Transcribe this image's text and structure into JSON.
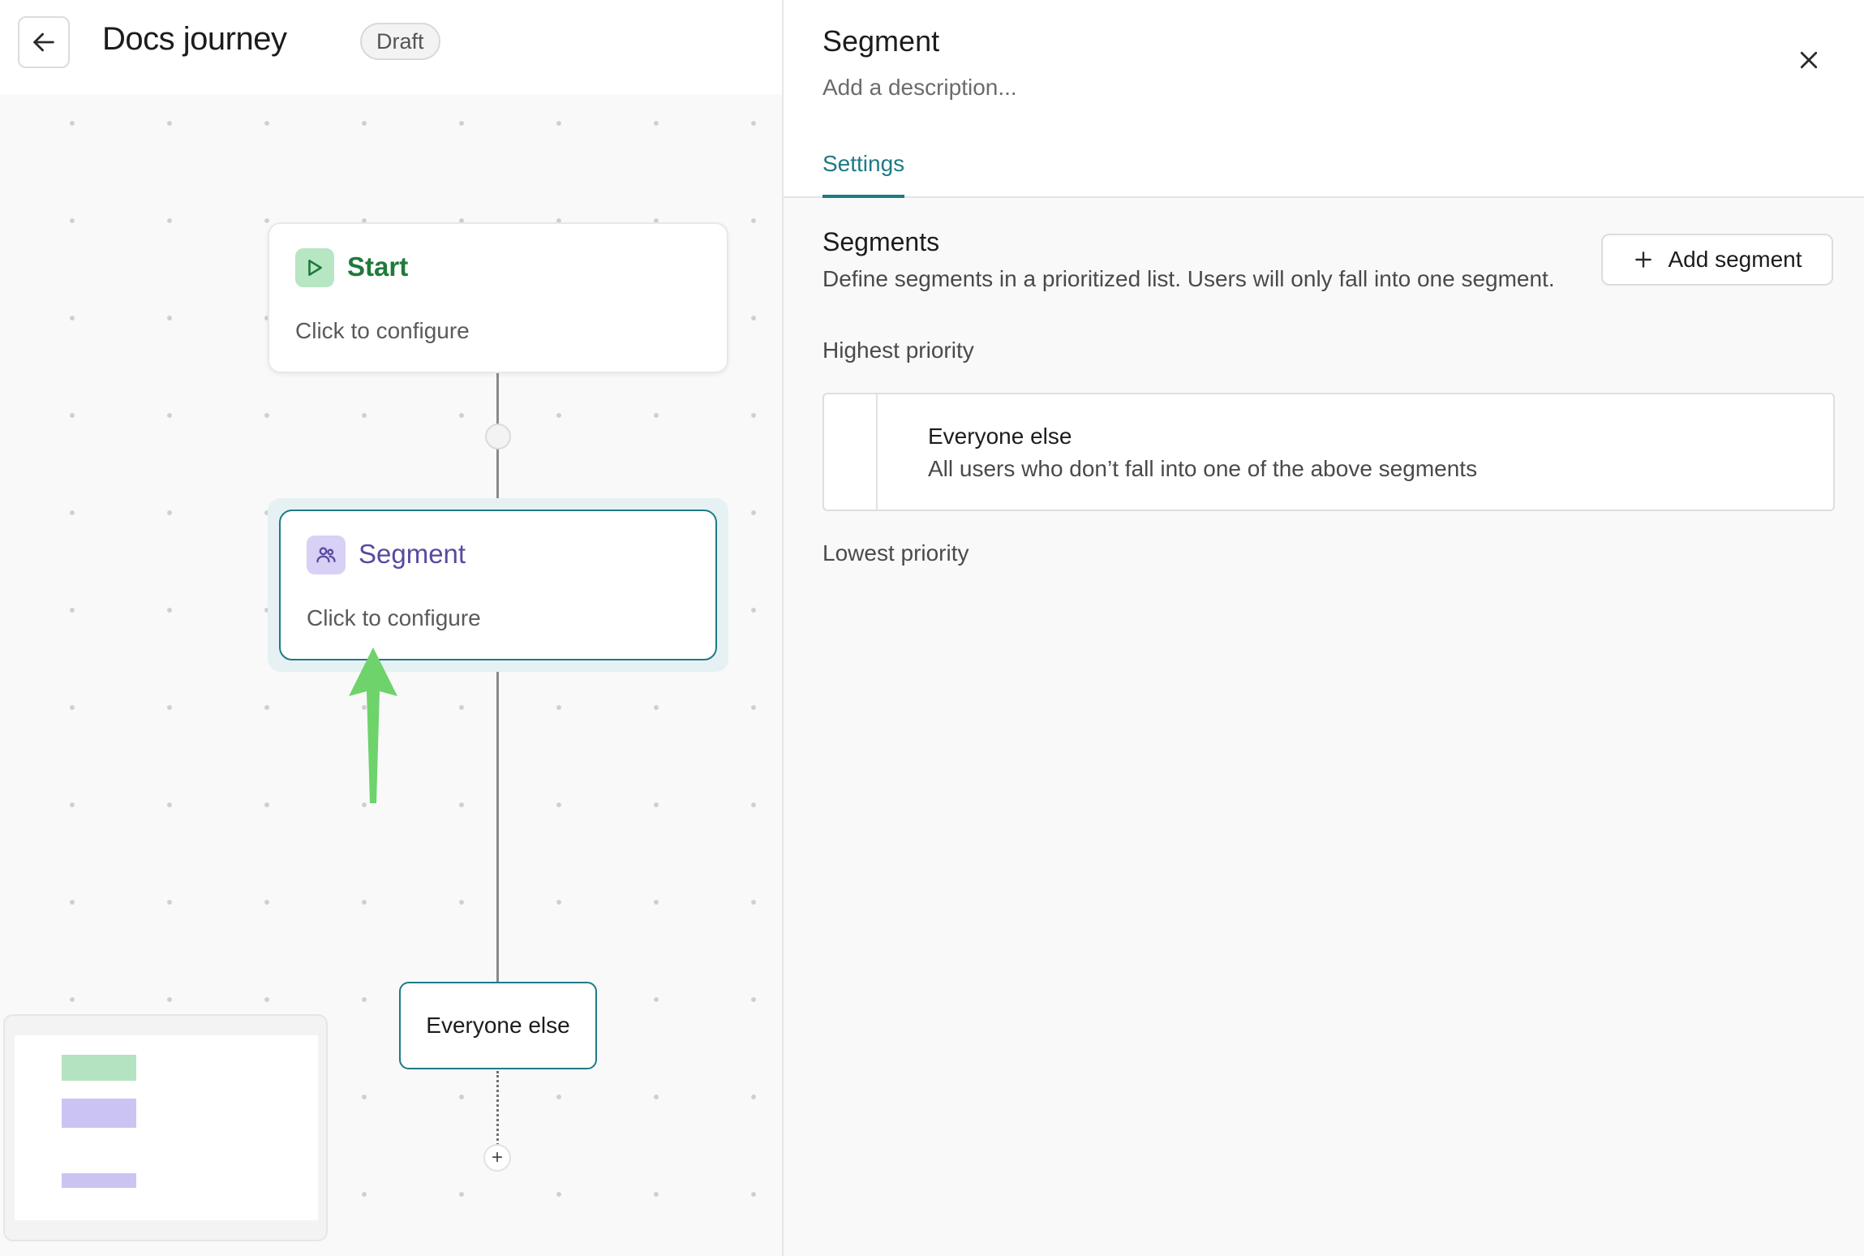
{
  "header": {
    "title": "Docs journey",
    "status_badge": "Draft"
  },
  "canvas": {
    "start_node": {
      "title": "Start",
      "subtitle": "Click to configure"
    },
    "segment_node": {
      "title": "Segment",
      "subtitle": "Click to configure"
    },
    "branch_node": {
      "label": "Everyone else"
    },
    "add_step_symbol": "+"
  },
  "panel": {
    "title": "Segment",
    "description_placeholder": "Add a description...",
    "tabs": [
      {
        "label": "Settings",
        "active": true
      }
    ],
    "segments_section": {
      "title": "Segments",
      "description": "Define segments in a prioritized list. Users will only fall into one segment.",
      "add_button_label": "Add segment",
      "highest_priority_label": "Highest priority",
      "lowest_priority_label": "Lowest priority",
      "items": [
        {
          "name": "Everyone else",
          "description": "All users who don’t fall into one of the above segments"
        }
      ]
    }
  },
  "colors": {
    "accent": "#1e7a85",
    "start_green": "#1f7a3a",
    "start_icon_bg": "#b6e6c2",
    "segment_purple": "#5a4a9e",
    "segment_icon_bg": "#d8d0f5",
    "annotation_arrow": "#6dd36a"
  },
  "icons": {
    "back": "arrow-left-icon",
    "start": "play-icon",
    "segment": "users-icon",
    "close": "close-icon",
    "add": "plus-icon"
  }
}
